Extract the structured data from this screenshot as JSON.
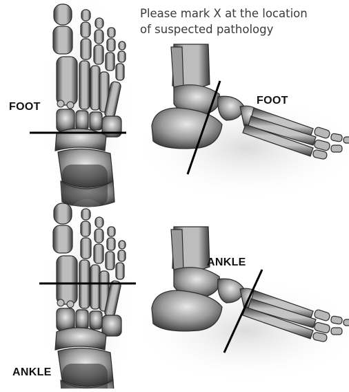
{
  "instruction": {
    "line1": "Please mark X at the location",
    "line2": "of suspected pathology"
  },
  "labels": {
    "top_ap": "FOOT",
    "top_lateral": "FOOT",
    "bottom_lateral": "ANKLE",
    "bottom_ap": "ANKLE"
  },
  "colors": {
    "bone_dark": "#3c3c3c",
    "bone_mid": "#8a8a8a",
    "bone_light": "#c9c9c9",
    "line": "#000000"
  }
}
